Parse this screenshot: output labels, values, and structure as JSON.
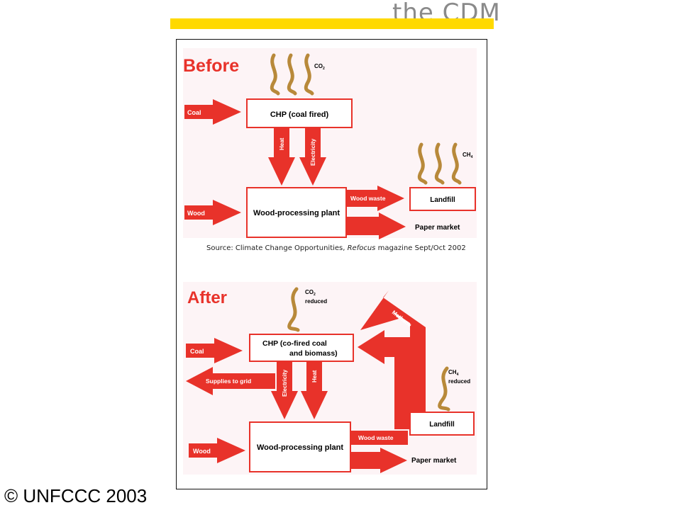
{
  "header": {
    "title": "the CDM",
    "accent_color": "#ffd900"
  },
  "footer": {
    "copyright": "© UNFCCC 2003"
  },
  "colors": {
    "arrow": "#e8322a",
    "gas": "#b8893a",
    "panel": "#fdf4f6",
    "box_border": "#e8322a"
  },
  "before": {
    "title": "Before",
    "gas_co2": "CO",
    "gas_co2_sub": "2",
    "gas_ch4": "CH",
    "gas_ch4_sub": "4",
    "inputs": {
      "coal": "Coal",
      "wood": "Wood"
    },
    "boxes": {
      "chp": "CHP (coal fired)",
      "plant": "Wood-processing plant",
      "landfill": "Landfill"
    },
    "flows": {
      "heat": "Heat",
      "electricity": "Electricity",
      "wood_waste": "Wood waste"
    },
    "outputs": {
      "paper_market": "Paper market"
    },
    "source": {
      "prefix": "Source: Climate Change Opportunities, ",
      "magazine": "Refocus",
      "suffix": " magazine Sept/Oct 2002"
    }
  },
  "after": {
    "title": "After",
    "gas_co2": "CO",
    "gas_co2_sub": "2",
    "gas_co2_note": "reduced",
    "gas_ch4": "CH",
    "gas_ch4_sub": "4",
    "gas_ch4_note": "reduced",
    "inputs": {
      "coal": "Coal",
      "wood": "Wood"
    },
    "boxes": {
      "chp_line1": "CHP (co-fired coal",
      "chp_line2": "and biomass)",
      "plant": "Wood-processing plant",
      "landfill": "Landfill"
    },
    "flows": {
      "electricity": "Electricity",
      "heat": "Heat",
      "wood_waste": "Wood waste",
      "methane": "Methane",
      "supplies": "Supplies to grid"
    },
    "outputs": {
      "paper_market": "Paper market"
    }
  }
}
